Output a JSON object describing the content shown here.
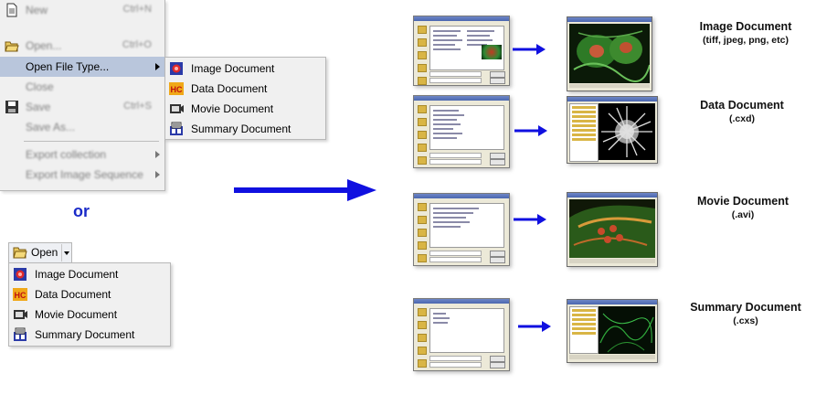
{
  "file_menu": {
    "items": [
      {
        "label": "New",
        "shortcut": "Ctrl+N"
      },
      {
        "label": "Open...",
        "shortcut": "Ctrl+O"
      },
      {
        "label": "Open File Type..."
      },
      {
        "label": "Close"
      },
      {
        "label": "Save",
        "shortcut": "Ctrl+S"
      },
      {
        "label": "Save As..."
      },
      {
        "label": "Export collection"
      },
      {
        "label": "Export Image Sequence"
      }
    ]
  },
  "submenu": {
    "items": [
      {
        "label": "Image Document",
        "icon": "image-document-icon"
      },
      {
        "label": "Data Document",
        "icon": "data-document-icon",
        "icon_text": "HC"
      },
      {
        "label": "Movie Document",
        "icon": "movie-document-icon"
      },
      {
        "label": "Summary Document",
        "icon": "summary-document-icon"
      }
    ]
  },
  "or_label": "or",
  "open_button": {
    "label": "Open"
  },
  "dropdown": {
    "items": [
      {
        "label": "Image Document"
      },
      {
        "label": "Data Document"
      },
      {
        "label": "Movie Document"
      },
      {
        "label": "Summary Document"
      }
    ]
  },
  "documents": [
    {
      "title": "Image Document",
      "ext": "(tiff, jpeg, png, etc)"
    },
    {
      "title": "Data Document",
      "ext": "(.cxd)"
    },
    {
      "title": "Movie Document",
      "ext": "(.avi)"
    },
    {
      "title": "Summary Document",
      "ext": "(.cxs)"
    }
  ],
  "colors": {
    "arrow": "#1010e0",
    "highlight": "#b9c6dc",
    "or_text": "#1a2ac8"
  }
}
